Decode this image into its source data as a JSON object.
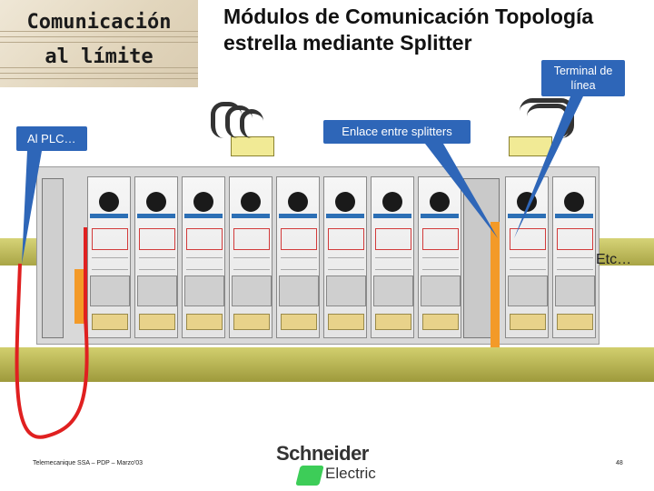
{
  "logo": {
    "line1": "Comunicación",
    "line2": "al límite"
  },
  "slide": {
    "title": "Módulos de Comunicación Topología estrella mediante Splitter"
  },
  "callouts": {
    "plc": "Al PLC…",
    "splitter_link": "Enlace entre splitters",
    "terminal": "Terminal de línea"
  },
  "labels": {
    "etc": "Etc…"
  },
  "footer": {
    "text": "Telemecanique SSA – PDP – Marzo'03",
    "page": "48"
  },
  "brand": {
    "name": "Schneider",
    "sub": "Electric"
  },
  "colors": {
    "callout": "#2e66b8",
    "rail": "#c9c55a",
    "brand_green": "#3dcd58"
  }
}
